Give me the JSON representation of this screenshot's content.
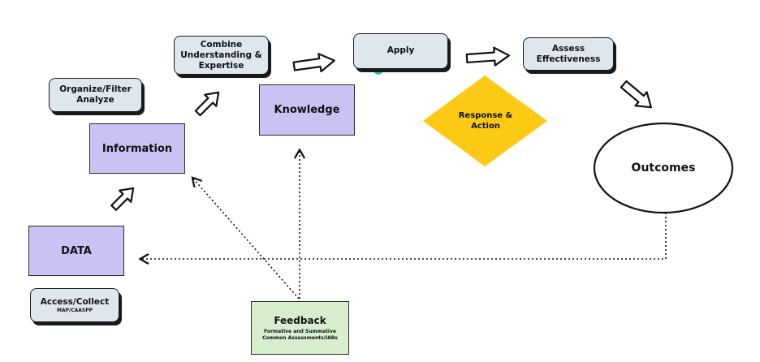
{
  "nodes": {
    "organize": "Organize/Filter\nAnalyze",
    "combine": "Combine\nUnderstanding &\nExpertise",
    "apply": "Apply",
    "assess": "Assess\nEffectiveness",
    "information": "Information",
    "knowledge": "Knowledge",
    "response": "Response &\nAction",
    "outcomes": "Outcomes",
    "data": "DATA",
    "access_title": "Access/Collect",
    "access_sub": "MAP/CAASPP",
    "feedback_title": "Feedback",
    "feedback_sub": "Formative and Summative\nCommon Assessments/IABs"
  },
  "colors": {
    "card": "#dfe7ee",
    "purple": "#c9c3f4",
    "response": "#fcc914",
    "feedback": "#d8efcf",
    "cursor_dot": "#2ec4c9"
  }
}
